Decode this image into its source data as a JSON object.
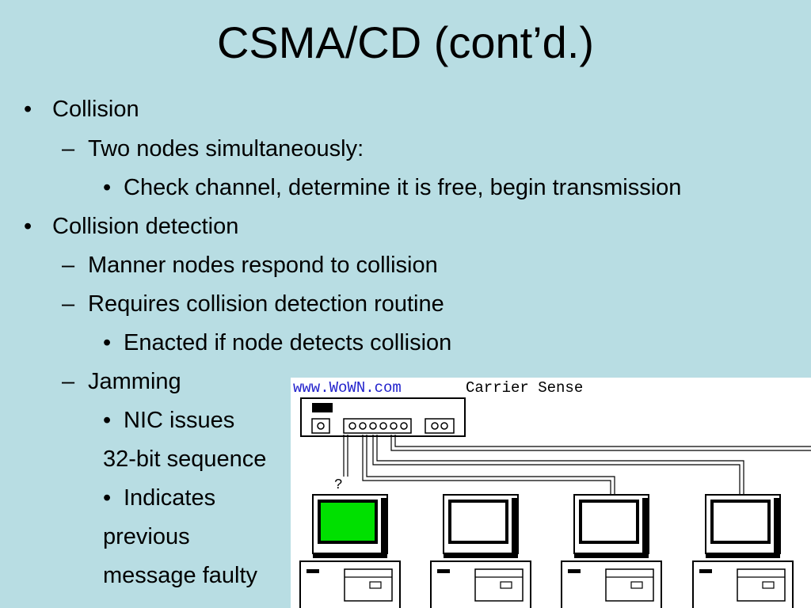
{
  "slide": {
    "title": "CSMA/CD (cont’d.)",
    "bullets": [
      {
        "marker": "•",
        "text": "Collision"
      },
      {
        "marker": "–",
        "text": "Two nodes simultaneously:"
      },
      {
        "marker": "•",
        "text": "Check channel, determine it is free, begin transmission"
      },
      {
        "marker": "•",
        "text": "Collision detection"
      },
      {
        "marker": "–",
        "text": "Manner nodes respond to collision"
      },
      {
        "marker": "–",
        "text": "Requires collision detection routine"
      },
      {
        "marker": "•",
        "text": "Enacted if node detects collision"
      },
      {
        "marker": "–",
        "text": "Jamming"
      },
      {
        "marker": "•",
        "text": "NIC issues"
      },
      {
        "marker": "",
        "text": "32-bit sequence"
      },
      {
        "marker": "•",
        "text": "Indicates"
      },
      {
        "marker": "",
        "text": "previous"
      },
      {
        "marker": "",
        "text": "message faulty"
      }
    ]
  },
  "figure": {
    "site": "www.WoWN.com",
    "caption": "Carrier Sense",
    "query_mark": "?",
    "active_screen_color": "#00e000"
  }
}
